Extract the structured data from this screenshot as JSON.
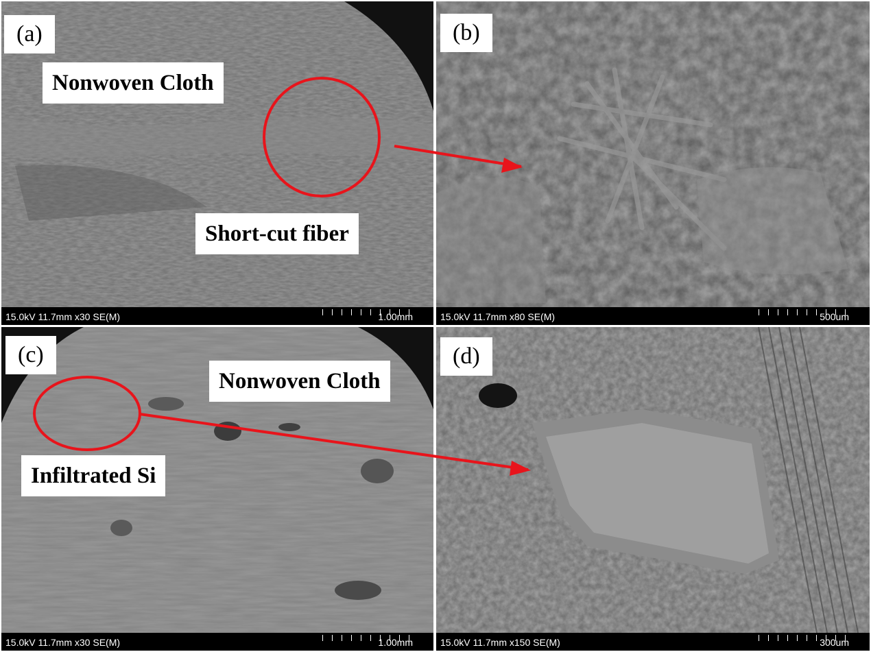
{
  "panels": [
    {
      "label": "(a)",
      "meta": "15.0kV 11.7mm x30 SE(M)",
      "scale": "1.00mm"
    },
    {
      "label": "(b)",
      "meta": "15.0kV 11.7mm x80 SE(M)",
      "scale": "500um"
    },
    {
      "label": "(c)",
      "meta": "15.0kV 11.7mm x30 SE(M)",
      "scale": "1.00mm"
    },
    {
      "label": "(d)",
      "meta": "15.0kV 11.7mm x150 SE(M)",
      "scale": "300um"
    }
  ],
  "annotations": {
    "a_nonwoven": "Nonwoven Cloth",
    "a_shortcut": "Short-cut fiber",
    "c_nonwoven": "Nonwoven Cloth",
    "c_infiltrated": "Infiltrated Si"
  },
  "colors": {
    "highlight": "#e8141b",
    "infobar": "#000000",
    "sem_gray": "#7a7a7a"
  }
}
